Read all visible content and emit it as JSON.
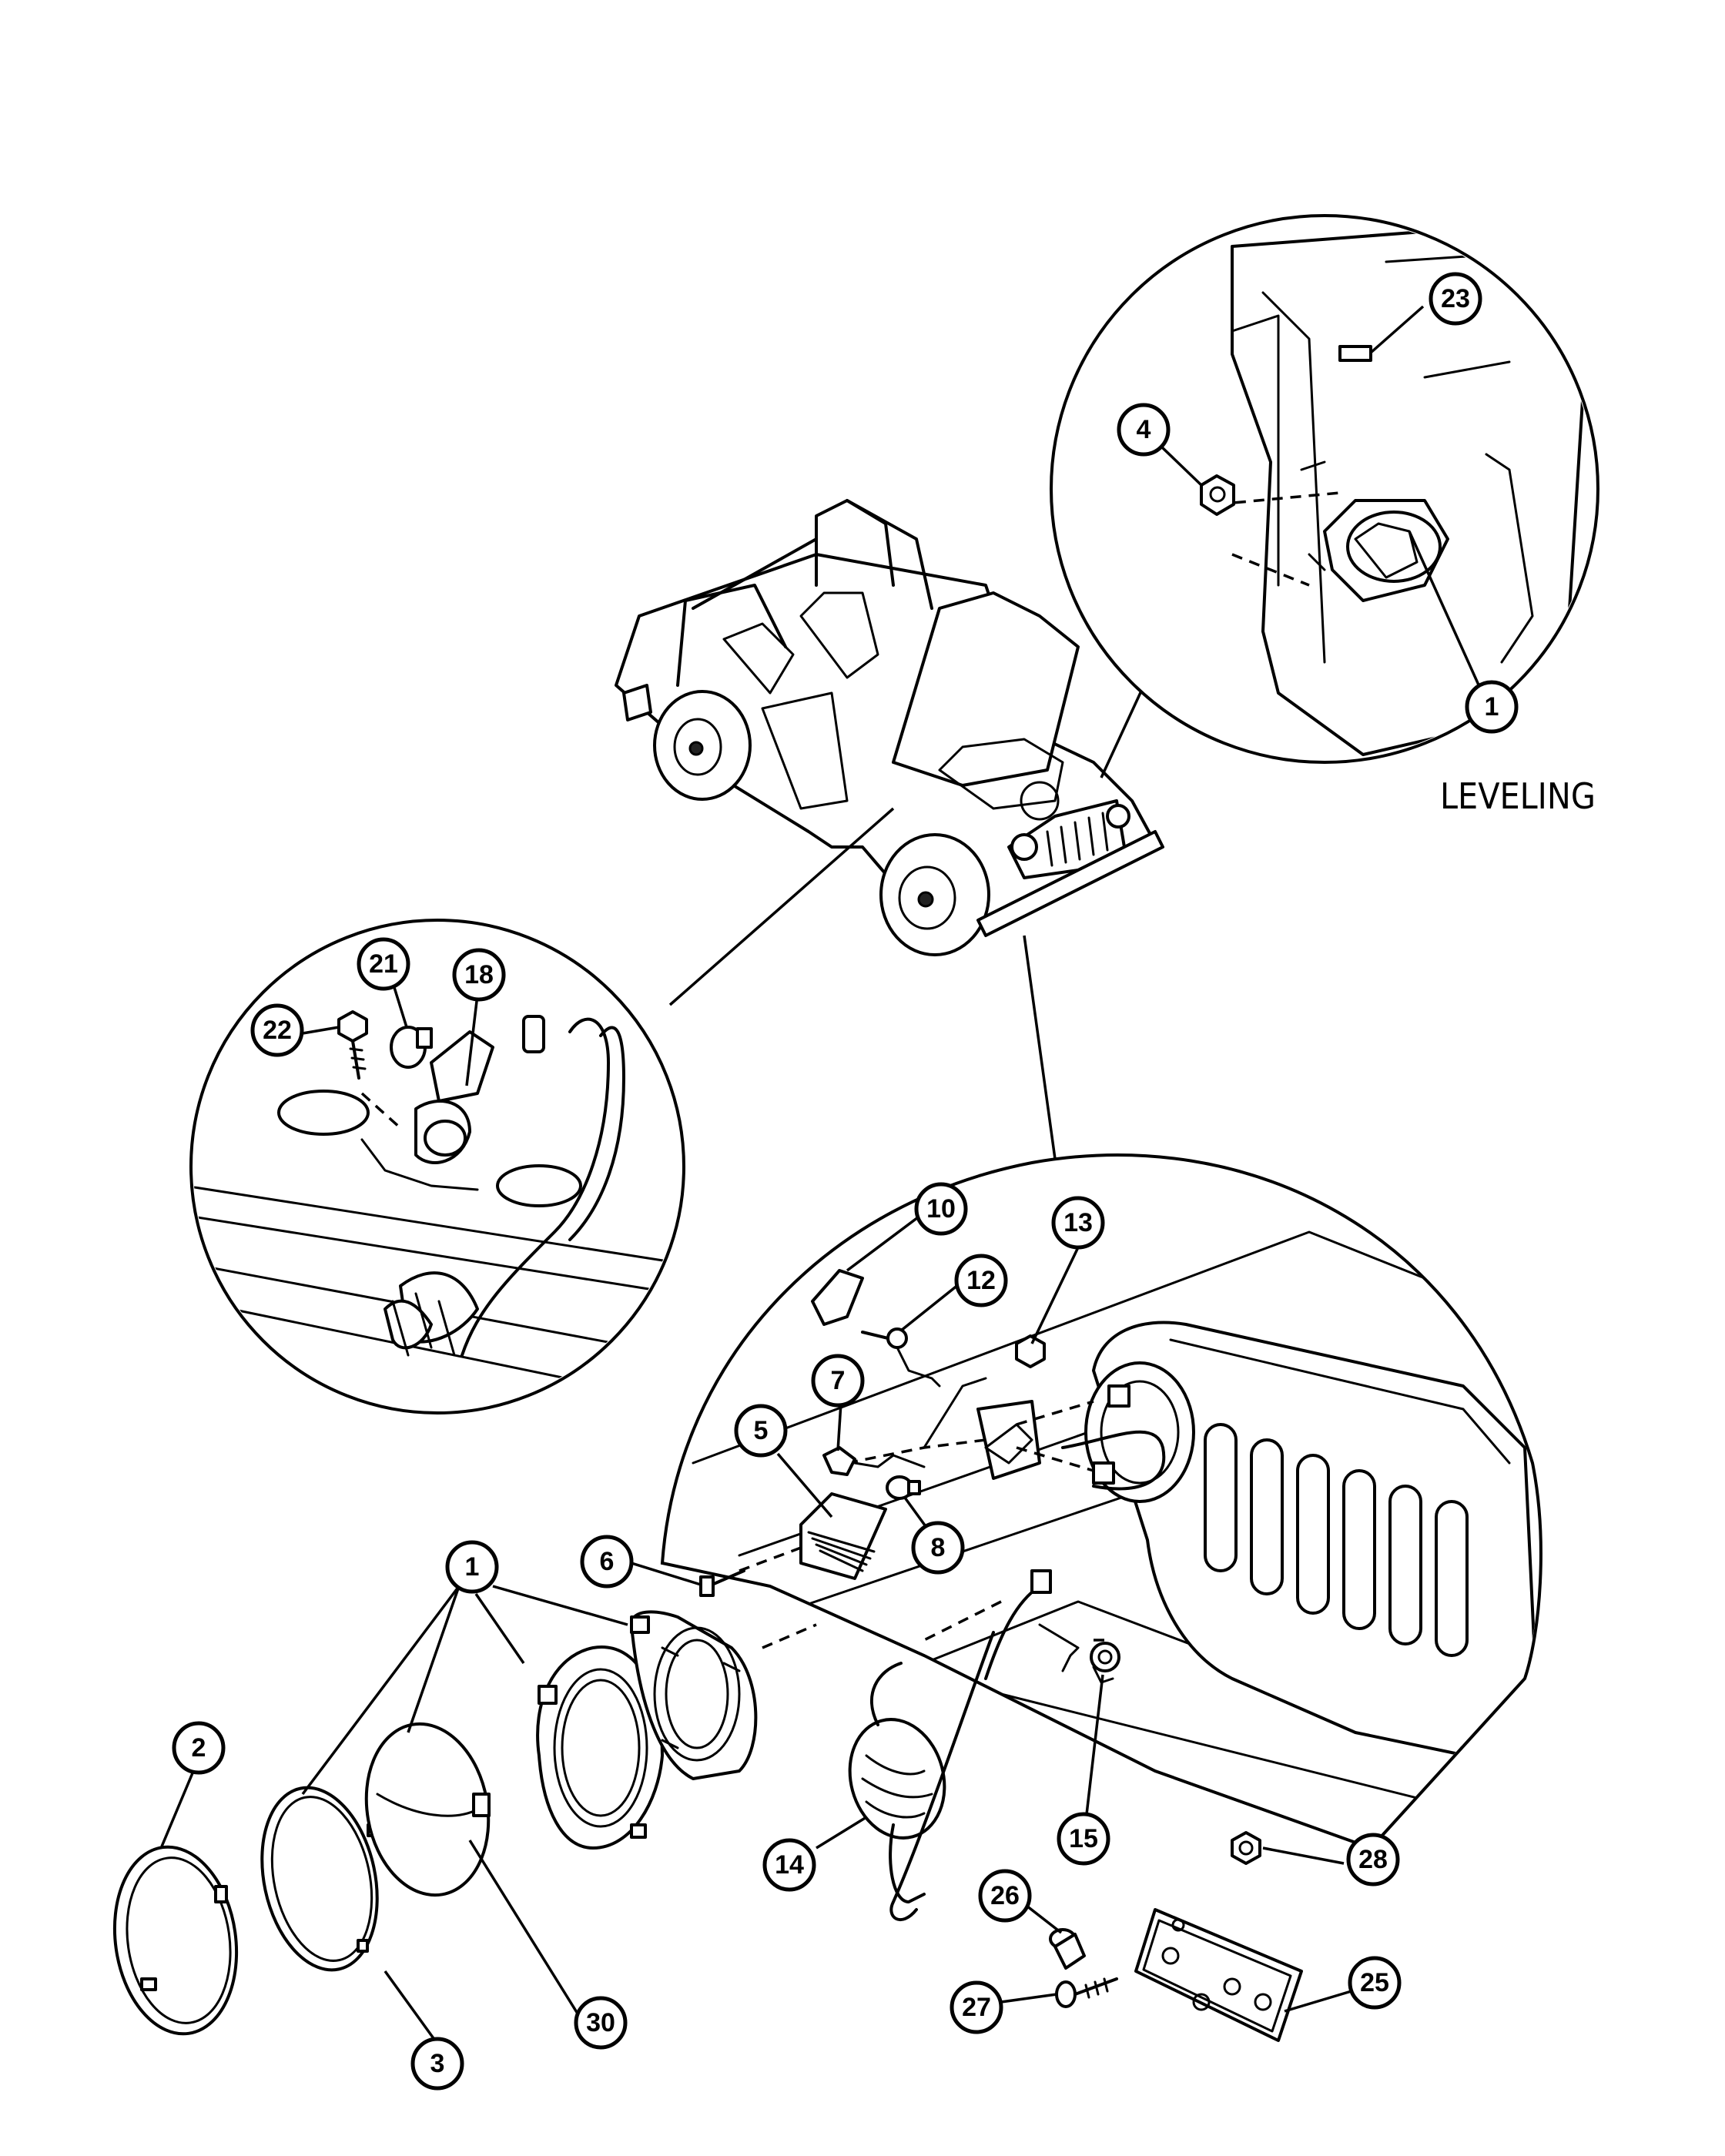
{
  "callouts": {
    "c1a": "1",
    "c1b": "1",
    "c2": "2",
    "c3": "3",
    "c4": "4",
    "c5": "5",
    "c6": "6",
    "c7": "7",
    "c8": "8",
    "c10": "10",
    "c12": "12",
    "c13": "13",
    "c14": "14",
    "c15": "15",
    "c18": "18",
    "c21": "21",
    "c22": "22",
    "c23": "23",
    "c25": "25",
    "c26": "26",
    "c27": "27",
    "c28": "28",
    "c30": "30"
  },
  "captions": {
    "leveling": "LEVELING"
  }
}
